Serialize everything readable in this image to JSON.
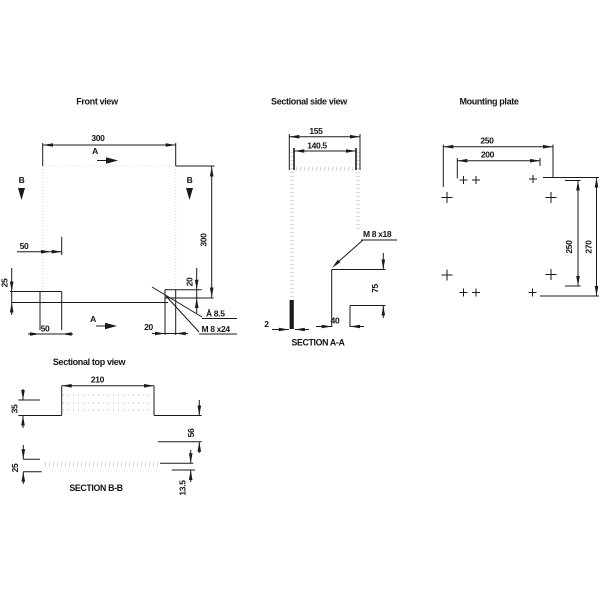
{
  "colors": {
    "background": "#ffffff",
    "line": "#1a1a1a",
    "faint_section_hatch": "#d9d9d9",
    "text": "#141414"
  },
  "drawing": {
    "front_view": {
      "title": "Front view",
      "letter_a": "A",
      "letter_b": "B",
      "dim_width_top": "300",
      "dim_height_right": "300",
      "dim_offset_top_left": "50",
      "dim_slot_depth": "25",
      "dim_slot_width": "50",
      "dim_hole_edge_vertical": "20",
      "dim_hole_width": "20",
      "hole_diameter_label": "Å 8.5",
      "thread_label": "M 8 x24"
    },
    "sectional_side_view": {
      "title": "Sectional side view",
      "dim_depth_outer": "155",
      "dim_depth_inner": "140.5",
      "thread_label": "M 8 x18",
      "dim_boss_height": "75",
      "dim_boss_width": "40",
      "dim_wall_thickness": "2",
      "section_label": "SECTION A-A"
    },
    "mounting_plate": {
      "title": "Mounting plate",
      "dim_width_outer": "250",
      "dim_width_inner": "200",
      "dim_height_inner": "250",
      "dim_height_outer": "270"
    },
    "sectional_top_view": {
      "title": "Sectional top view",
      "dim_width": "210",
      "dim_left_depth": "35",
      "dim_right_depth": "56",
      "dim_bottom_left": "25",
      "dim_bottom_right": "13.5",
      "section_label": "SECTION B-B"
    }
  }
}
